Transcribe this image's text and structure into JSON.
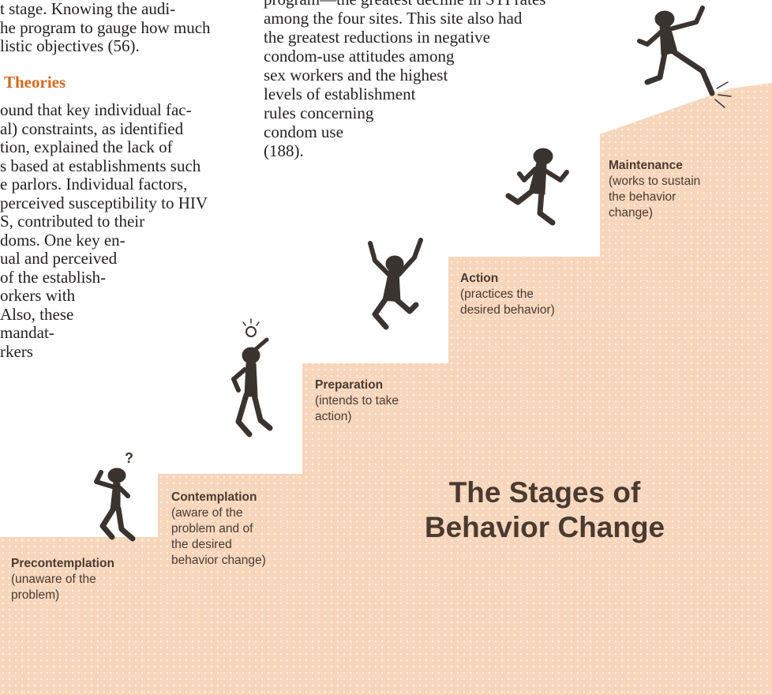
{
  "left_column": {
    "lines_top": [
      "t stage. Knowing the audi-",
      "he program to gauge how much",
      "listic objectives (56)."
    ],
    "heading": "Theories",
    "lines_body": [
      "ound that key individual fac-",
      "al) constraints, as identified",
      "tion, explained the lack of",
      "s based at establishments such",
      "e parlors. Individual factors,",
      "perceived susceptibility to HIV",
      "S, contributed to their",
      "doms. One key en-",
      "ual and perceived",
      "of the establish-",
      "orkers with",
      "Also, these",
      "mandat-",
      "rkers"
    ]
  },
  "right_column": {
    "lines": [
      "program—the greatest decline in STI rates",
      "among the four sites. This site also had",
      "the greatest reductions in negative",
      "condom-use attitudes among",
      "sex workers and the highest",
      "levels of establishment",
      "rules concerning",
      "condom use",
      "(188)."
    ]
  },
  "diagram": {
    "title_line1": "The Stages of",
    "title_line2": "Behavior Change",
    "stages": [
      {
        "name": "Precontemplation",
        "desc1": "(unaware of the",
        "desc2": "problem)"
      },
      {
        "name": "Contemplation",
        "desc1": "(aware of the",
        "desc2": "problem and of",
        "desc3": "the desired",
        "desc4": "behavior change)"
      },
      {
        "name": "Preparation",
        "desc1": "(intends to take",
        "desc2": "action)"
      },
      {
        "name": "Action",
        "desc1": "(practices the",
        "desc2": "desired behavior)"
      },
      {
        "name": "Maintenance",
        "desc1": "(works to sustain",
        "desc2": "the behavior",
        "desc3": "change)"
      }
    ],
    "colors": {
      "stair_fill": "#f8d6bc",
      "dot": "#ffffff",
      "figure": "#3a3431",
      "heading": "#d2691e"
    }
  }
}
